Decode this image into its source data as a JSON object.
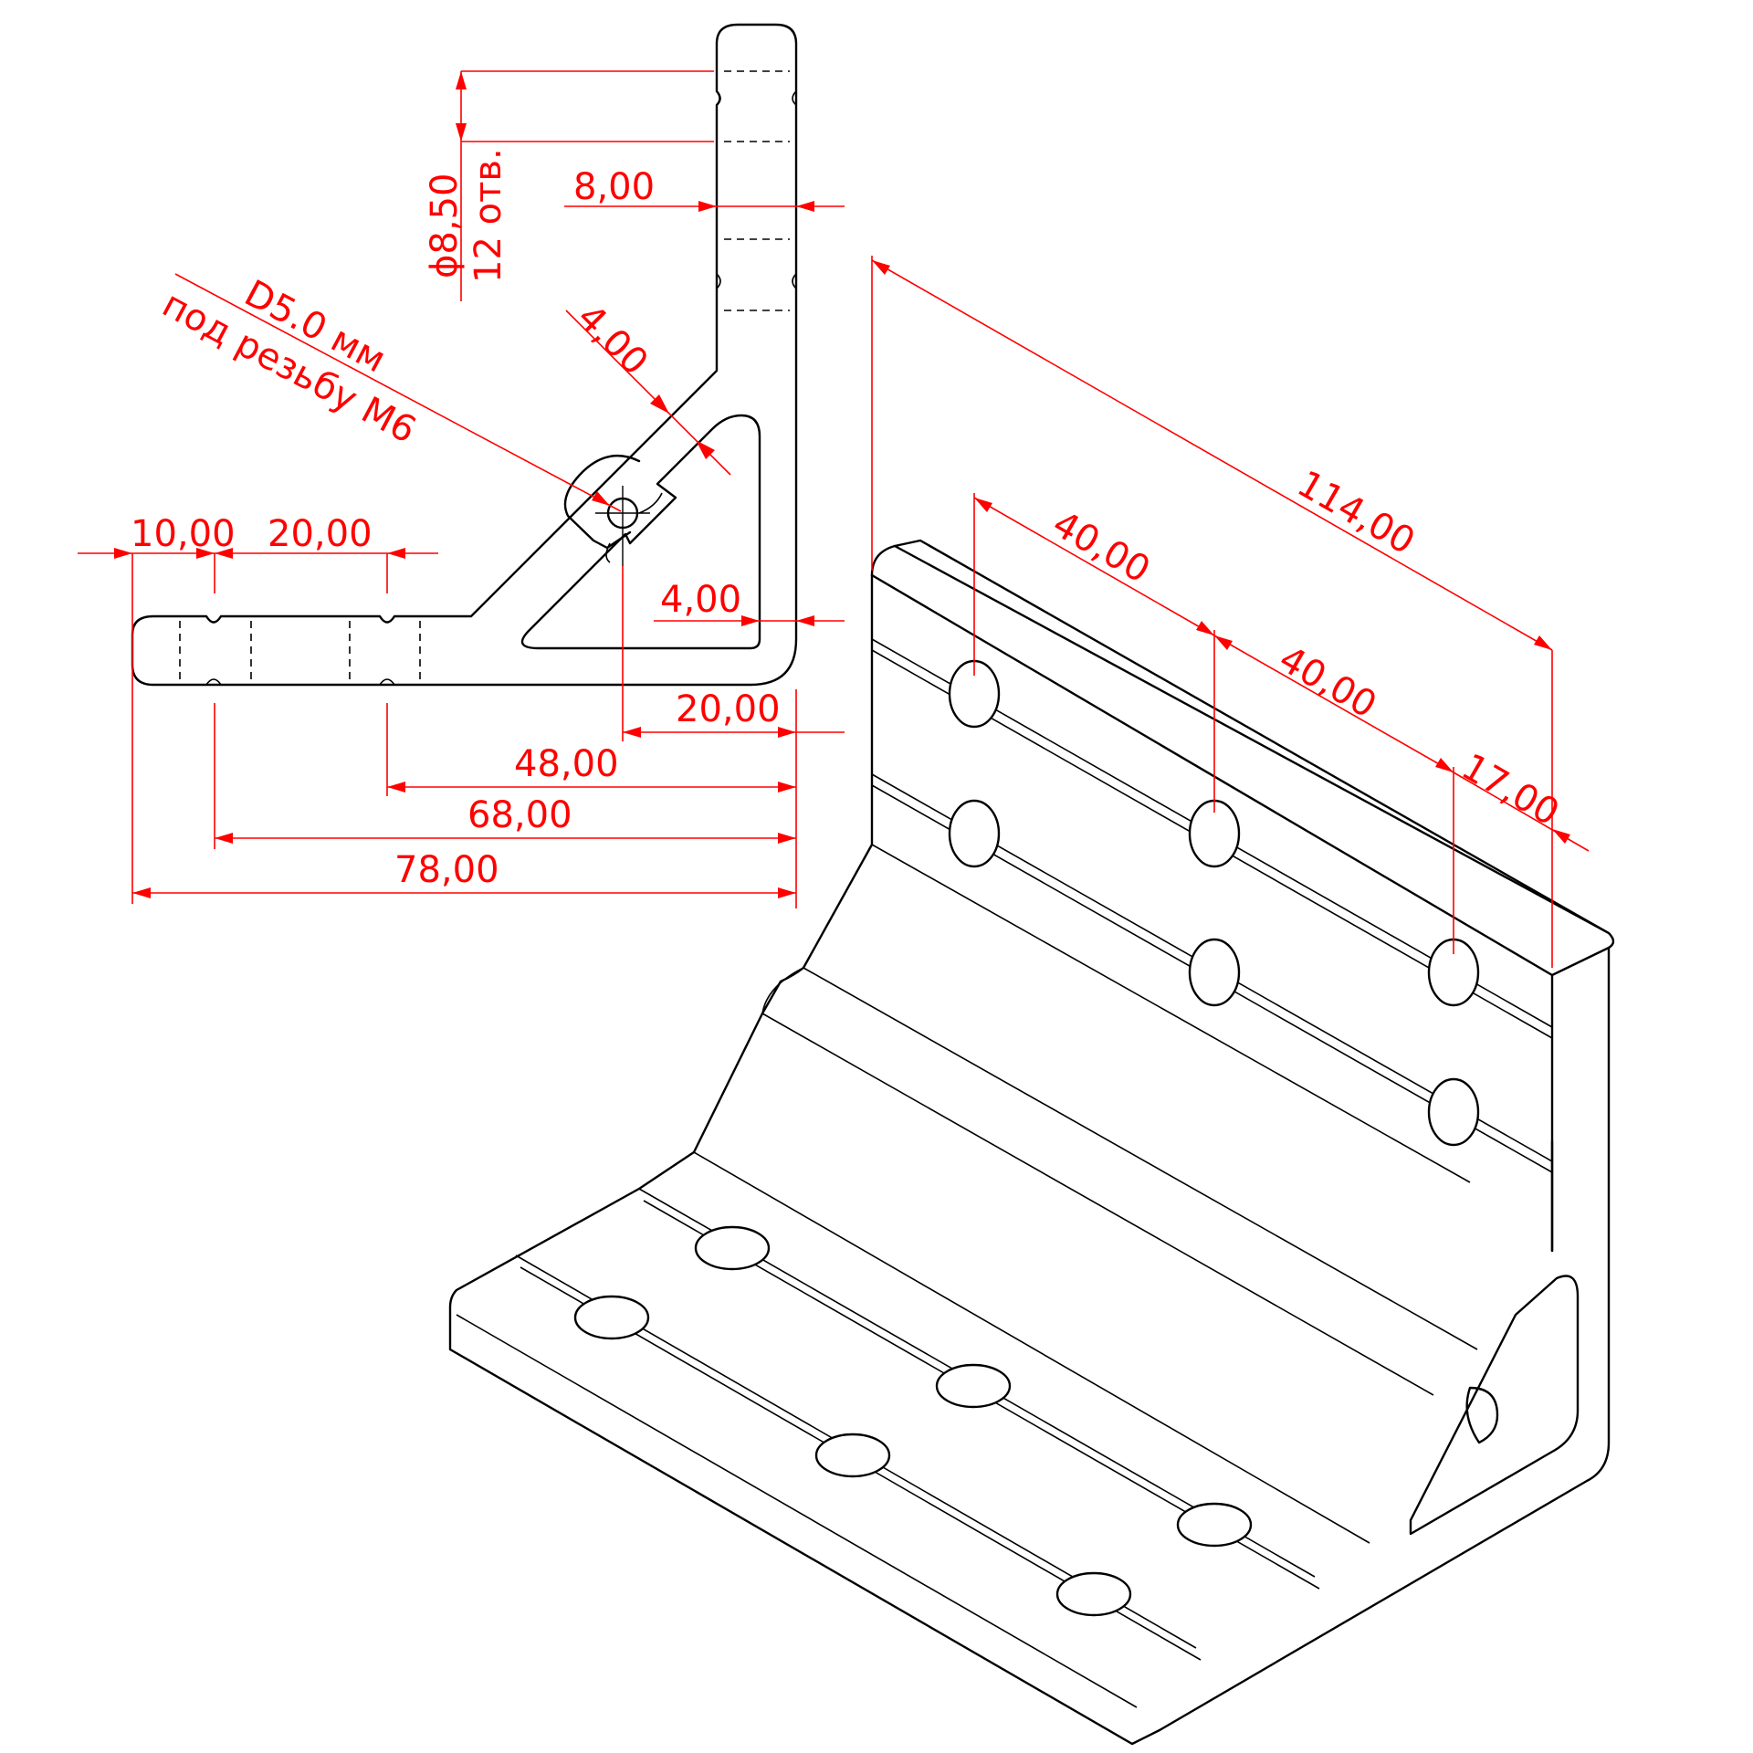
{
  "dimensions": {
    "d_10": "10,00",
    "d_20": "20,00",
    "d_8": "8,00",
    "d_4a": "4,00",
    "d_4b": "4,00",
    "d_20b": "20,00",
    "d_48": "48,00",
    "d_68": "68,00",
    "d_78": "78,00",
    "d_114": "114,00",
    "d_40a": "40,00",
    "d_40b": "40,00",
    "d_17": "17,00"
  },
  "notes": {
    "hole_dia": "ϕ8,50",
    "hole_count": "12 отв.",
    "thread_size": "D5.0 мм",
    "thread_for": "под резьбу M6"
  },
  "colors": {
    "dimension": "#ff0000",
    "outline": "#000000"
  }
}
